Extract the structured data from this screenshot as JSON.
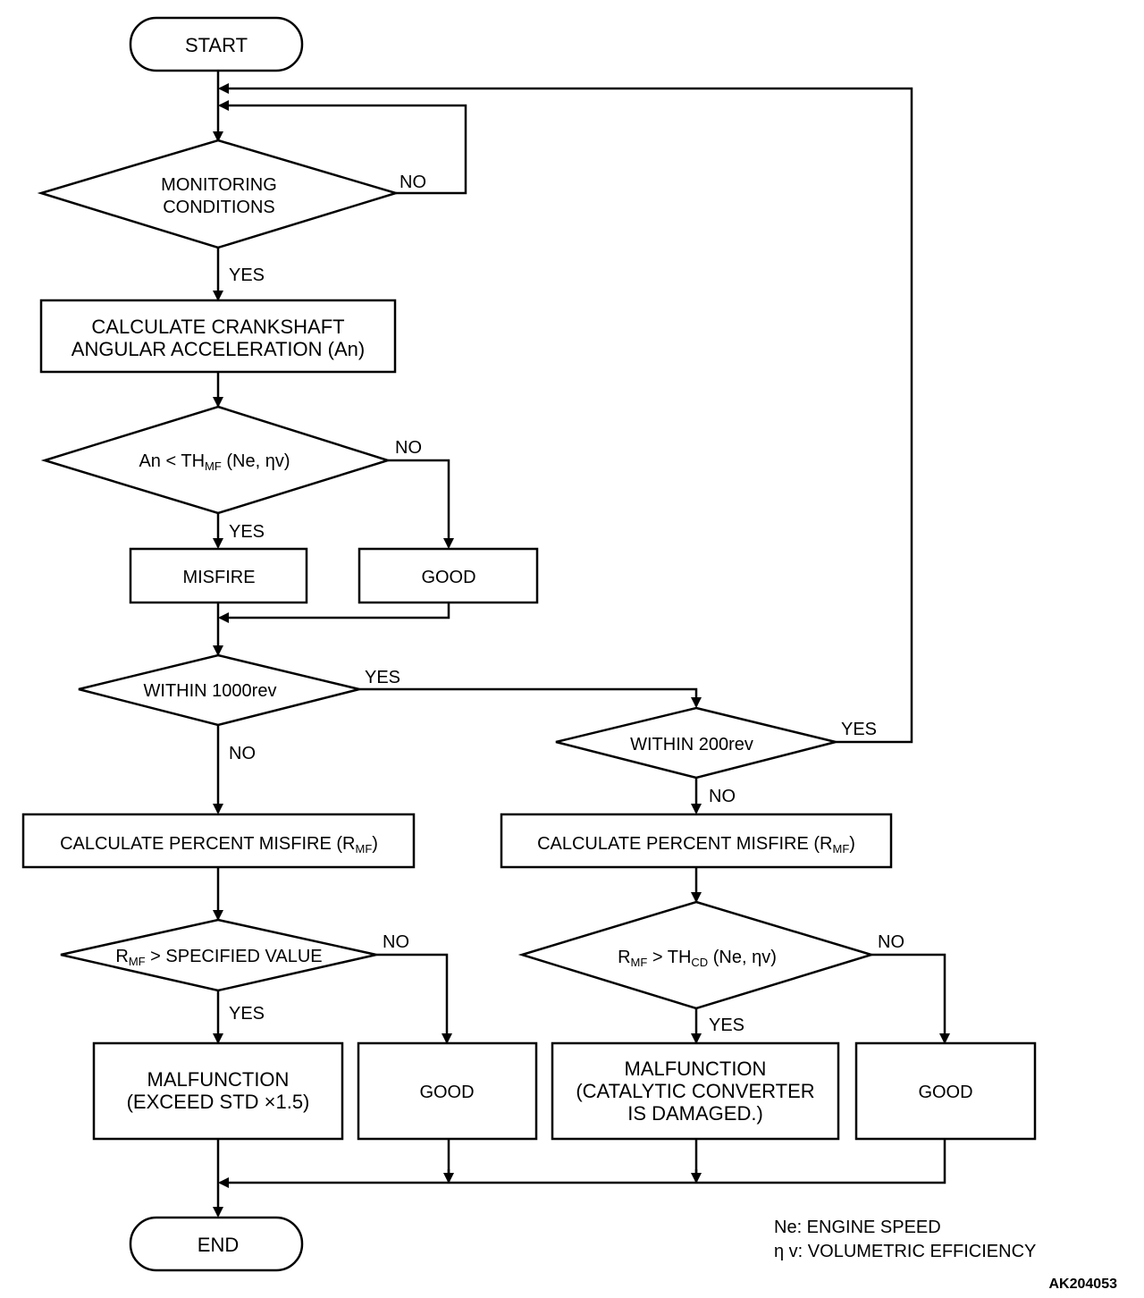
{
  "start": "START",
  "end": "END",
  "monitoring": {
    "line1": "MONITORING",
    "line2": "CONDITIONS"
  },
  "calc_accel": {
    "line1": "CALCULATE CRANKSHAFT",
    "line2": "ANGULAR ACCELERATION (An)"
  },
  "threshold_check": {
    "prefix": "An < TH",
    "sub": "MF",
    "suffix": " (Ne, ",
    "eta": "η",
    "tail": "v)"
  },
  "misfire": "MISFIRE",
  "good": "GOOD",
  "within_1000": "WITHIN 1000rev",
  "within_200": "WITHIN 200rev",
  "calc_percent": {
    "text": "CALCULATE PERCENT MISFIRE (R",
    "sub": "MF",
    "close": ")"
  },
  "rmf_specified": {
    "r": "R",
    "sub": "MF",
    "text": " > SPECIFIED VALUE"
  },
  "rmf_thcd": {
    "r": "R",
    "sub1": "MF",
    "mid": " > TH",
    "sub2": "CD",
    "tail": " (Ne, ",
    "eta": "η",
    "end": "v)"
  },
  "malfunction_exceed": {
    "line1": "MALFUNCTION",
    "line2": "(EXCEED STD  ×1.5)"
  },
  "malfunction_catalytic": {
    "line1": "MALFUNCTION",
    "line2": "(CATALYTIC CONVERTER",
    "line3": "IS DAMAGED.)"
  },
  "branch": {
    "yes": "YES",
    "no": "NO"
  },
  "legend": {
    "ne": "Ne: ENGINE SPEED",
    "eta": "η",
    "eta_text": " v: VOLUMETRIC EFFICIENCY"
  },
  "figure_code": "AK204053"
}
